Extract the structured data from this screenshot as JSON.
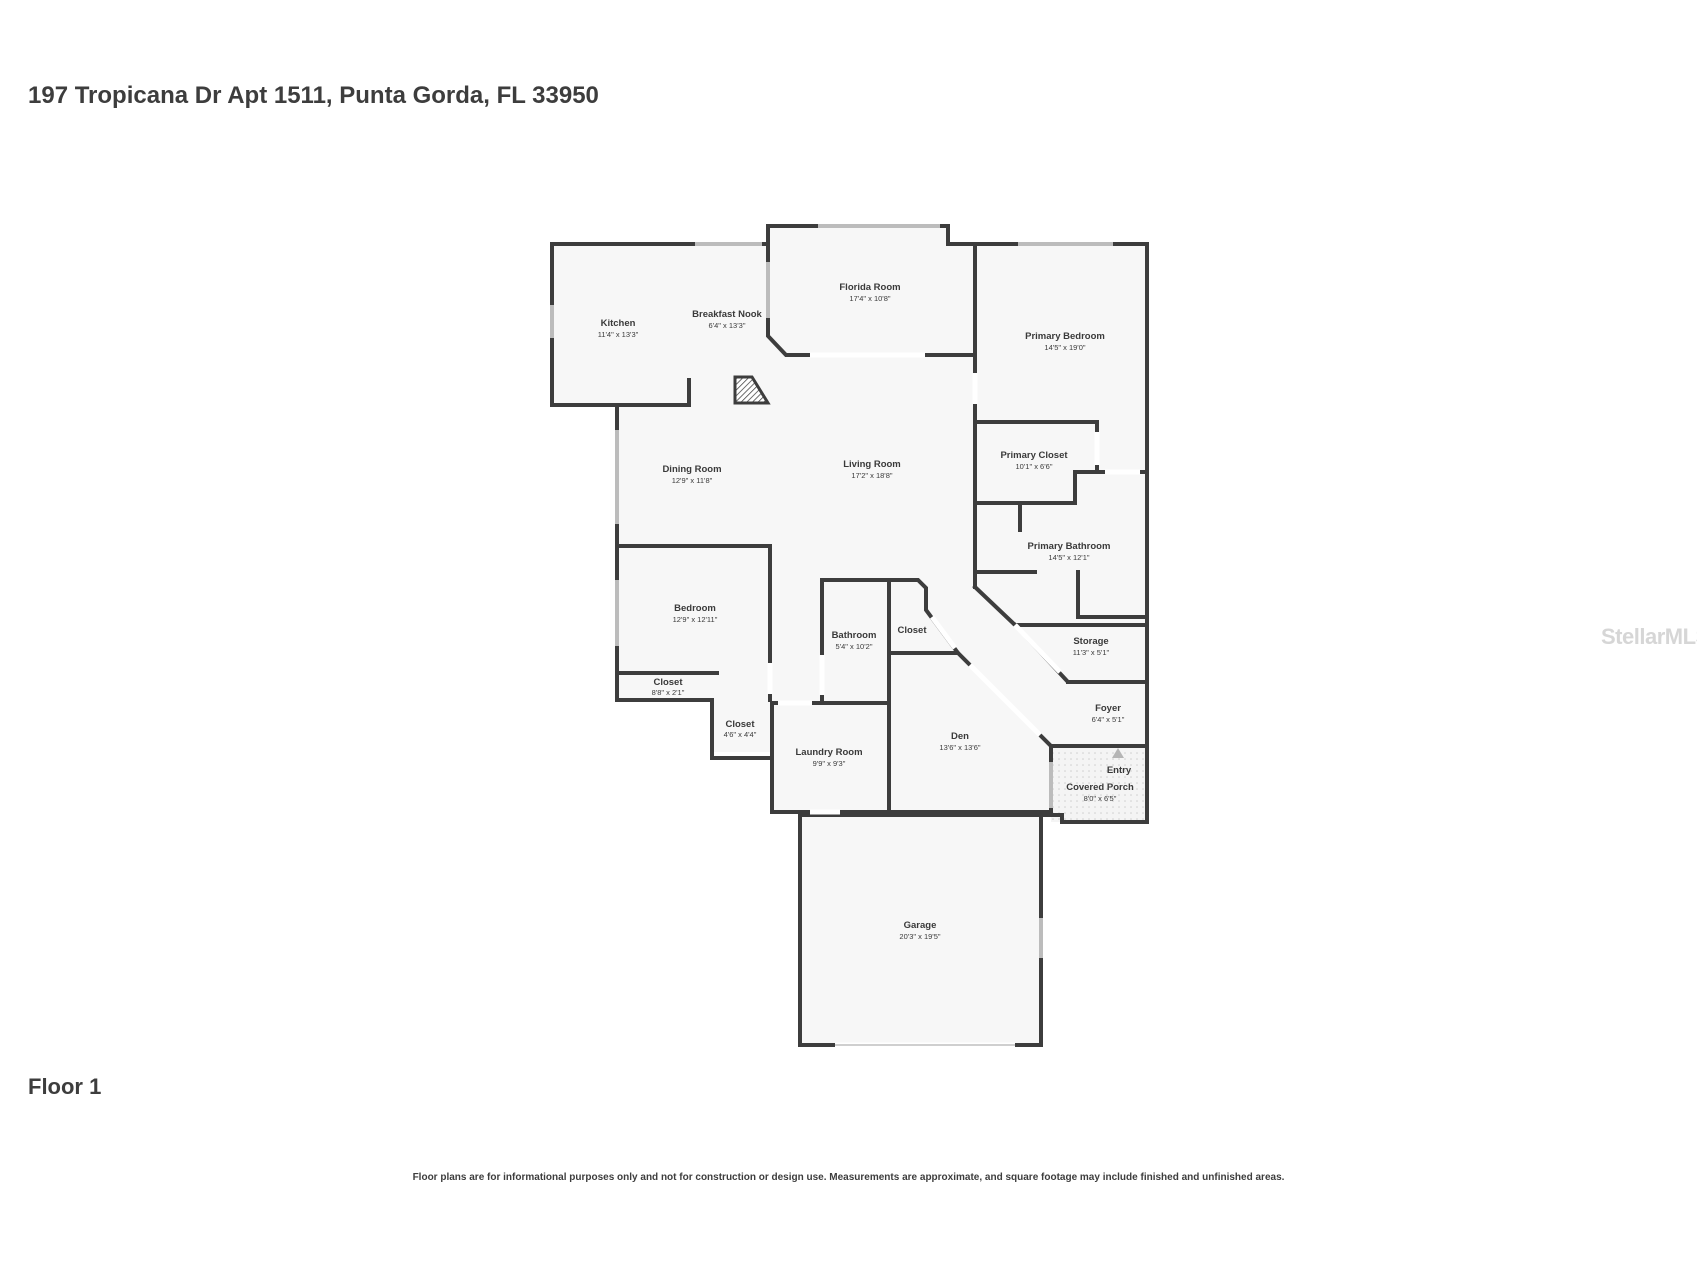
{
  "header": {
    "address": "197 Tropicana Dr Apt 1511, Punta Gorda, FL 33950"
  },
  "floor": {
    "label": "Floor 1"
  },
  "footer": {
    "disclaimer": "Floor plans are for informational purposes only and not for construction or design use. Measurements are approximate, and square footage may include finished and unfinished areas."
  },
  "watermark": {
    "text": "StellarMLS"
  },
  "rooms": {
    "kitchen": {
      "name": "Kitchen",
      "dims": "11'4\" x 13'3\""
    },
    "breakfast_nook": {
      "name": "Breakfast Nook",
      "dims": "6'4\" x 13'3\""
    },
    "florida_room": {
      "name": "Florida Room",
      "dims": "17'4\" x 10'8\""
    },
    "primary_bedroom": {
      "name": "Primary Bedroom",
      "dims": "14'5\" x 19'0\""
    },
    "dining_room": {
      "name": "Dining Room",
      "dims": "12'9\" x 11'8\""
    },
    "living_room": {
      "name": "Living Room",
      "dims": "17'2\" x 18'8\""
    },
    "primary_closet": {
      "name": "Primary Closet",
      "dims": "10'1\" x 6'6\""
    },
    "primary_bathroom": {
      "name": "Primary Bathroom",
      "dims": "14'5\" x 12'1\""
    },
    "bedroom": {
      "name": "Bedroom",
      "dims": "12'9\" x 12'11\""
    },
    "bathroom": {
      "name": "Bathroom",
      "dims": "5'4\" x 10'2\""
    },
    "closet_hall": {
      "name": "Closet",
      "dims": ""
    },
    "storage": {
      "name": "Storage",
      "dims": "11'3\" x 5'1\""
    },
    "closet_bedroom": {
      "name": "Closet",
      "dims": "8'8\" x 2'1\""
    },
    "closet_small": {
      "name": "Closet",
      "dims": "4'6\" x 4'4\""
    },
    "laundry_room": {
      "name": "Laundry Room",
      "dims": "9'9\" x 9'3\""
    },
    "den": {
      "name": "Den",
      "dims": "13'6\" x 13'6\""
    },
    "foyer": {
      "name": "Foyer",
      "dims": "6'4\" x 5'1\""
    },
    "entry": {
      "name": "Entry",
      "dims": ""
    },
    "covered_porch": {
      "name": "Covered Porch",
      "dims": "8'0\" x 6'5\""
    },
    "garage": {
      "name": "Garage",
      "dims": "20'3\" x 19'5\""
    }
  },
  "colors": {
    "wall": "#3d3d3d",
    "floor": "#f7f7f7",
    "window": "#bcbcbc",
    "background": "#ffffff"
  }
}
